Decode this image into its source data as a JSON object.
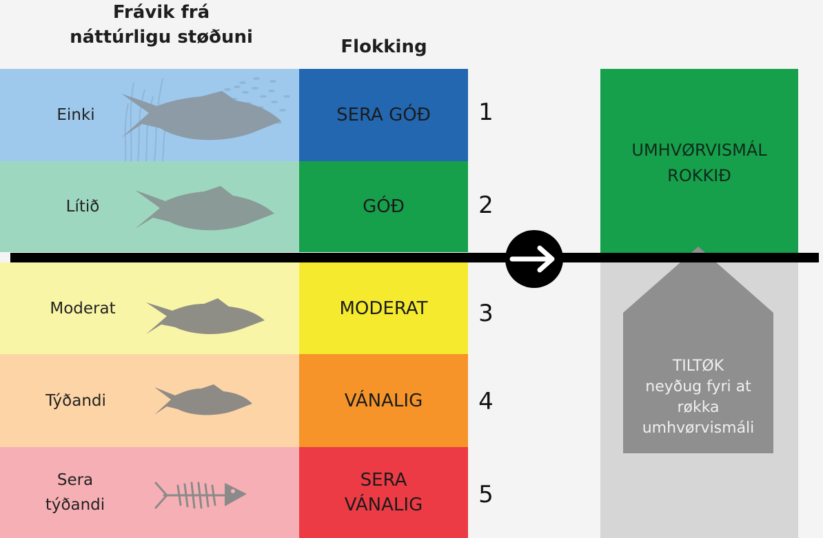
{
  "headers": {
    "deviation": "Frávik frá náttúrligu støðuni",
    "classification": "Flokking"
  },
  "rows": [
    {
      "deviation": "Einki",
      "class": "SERA GÓÐ",
      "number": "1",
      "bg": "#9ec9ec",
      "class_color": "#2367b1"
    },
    {
      "deviation": "Lítið",
      "class": "GÓÐ",
      "number": "2",
      "bg": "#9ed7bf",
      "class_color": "#17a04c"
    },
    {
      "deviation": "Moderat",
      "class": "MODERAT",
      "number": "3",
      "bg": "#f9f5a6",
      "class_color": "#f5ea2e"
    },
    {
      "deviation": "Týðandi",
      "class": "VÁNALIG",
      "number": "4",
      "bg": "#fdd4a6",
      "class_color": "#f6942a"
    },
    {
      "deviation": "Sera týðandi",
      "class": "SERA VÁNALIG",
      "number": "5",
      "bg": "#f6b0b5",
      "class_color": "#ec3b44"
    }
  ],
  "right": {
    "green_text": "UMHVØRVISMÁL ROKKIÐ",
    "green_color": "#17a04c",
    "measures_text": "TILTØK neyðug fyri at røkka umhvørvismáli",
    "measures_color": "#8f8f8f"
  },
  "icons": {
    "fish": "fish-icon",
    "skeleton": "fish-skeleton-icon",
    "arrow": "arrow-right-icon"
  }
}
